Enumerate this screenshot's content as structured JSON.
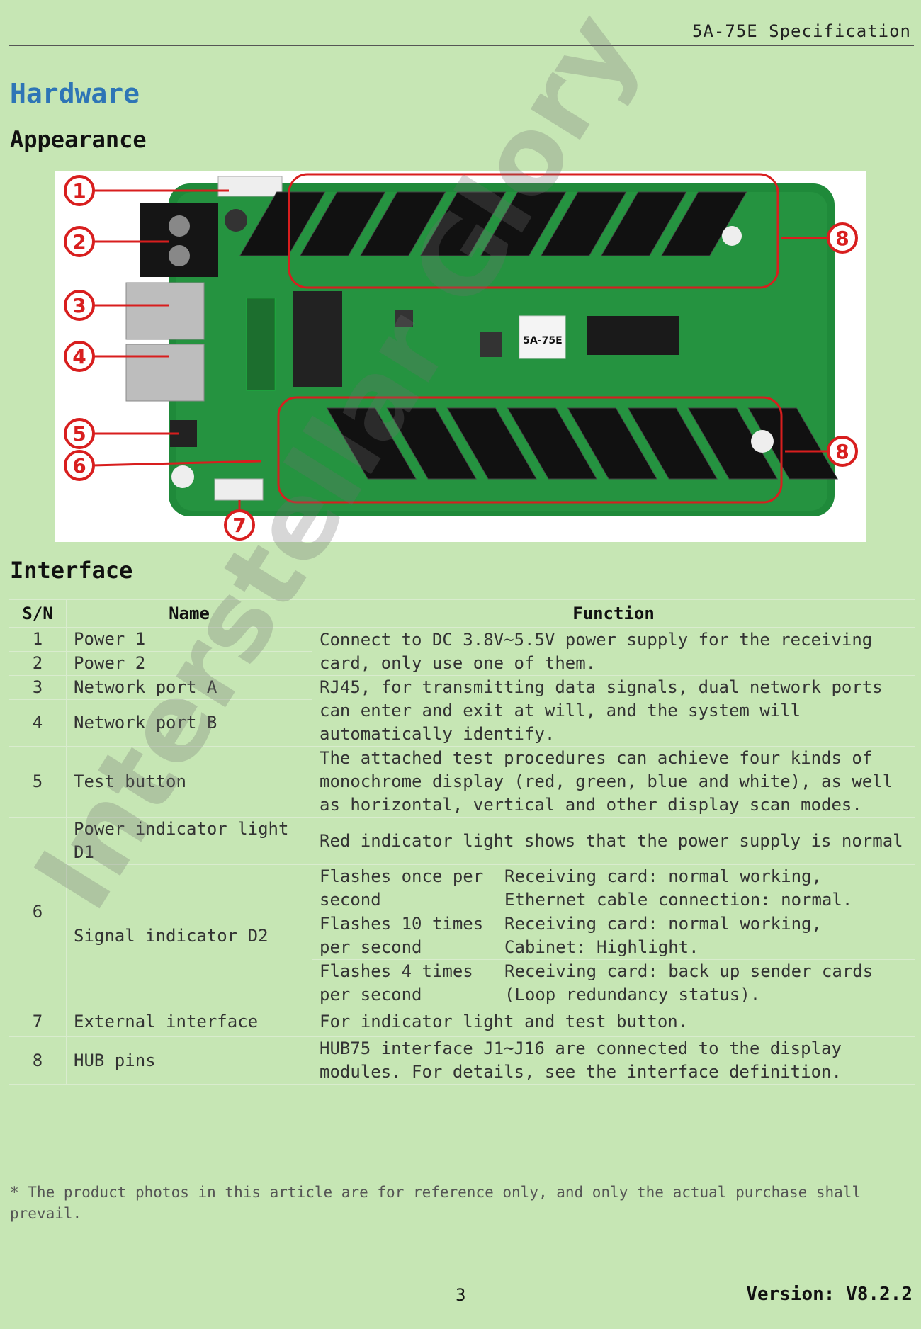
{
  "header": {
    "doc_title": "5A-75E Specification"
  },
  "headings": {
    "hardware": "Hardware",
    "appearance": "Appearance",
    "interface": "Interface"
  },
  "photo": {
    "board_label": "5A-75E",
    "callouts": [
      "1",
      "2",
      "3",
      "4",
      "5",
      "6",
      "7",
      "8",
      "8"
    ]
  },
  "table": {
    "columns": [
      "S/N",
      "Name",
      "Function"
    ],
    "rows": {
      "r1": {
        "sn": "1",
        "name": "Power 1"
      },
      "r2": {
        "sn": "2",
        "name": "Power 2",
        "function": "Connect to DC 3.8V~5.5V power supply for the receiving card, only use one of them."
      },
      "r3": {
        "sn": "3",
        "name": "Network port A"
      },
      "r4": {
        "sn": "4",
        "name": "Network port B",
        "function": "RJ45, for transmitting data signals, dual network ports can enter and exit at will, and the system will automatically identify."
      },
      "r5": {
        "sn": "5",
        "name": "Test button",
        "function": "The attached test procedures can achieve four kinds of monochrome display (red, green, blue and white), as well as horizontal, vertical and other display scan modes."
      },
      "r6": {
        "sn": "6",
        "name_d1": "Power indicator light D1",
        "function_d1": "Red indicator light shows that the power supply is normal",
        "name_d2": "Signal indicator D2",
        "flashes": [
          {
            "mode": "Flashes once per second",
            "meaning": "Receiving card: normal working, Ethernet cable connection: normal."
          },
          {
            "mode": "Flashes 10 times per second",
            "meaning": "Receiving card: normal working, Cabinet: Highlight."
          },
          {
            "mode": "Flashes 4 times per second",
            "meaning": "Receiving card: back up sender cards (Loop redundancy status)."
          }
        ]
      },
      "r7": {
        "sn": "7",
        "name": "External interface",
        "function": "For indicator light and test button."
      },
      "r8": {
        "sn": "8",
        "name": "HUB pins",
        "function": "HUB75 interface J1~J16 are connected to the display modules. For details, see the interface definition."
      }
    }
  },
  "footnote": "* The product photos in this article are for reference only, and only the actual purchase shall prevail.",
  "footer": {
    "page": "3",
    "version": "Version: V8.2.2"
  },
  "watermark": "Interstellar Glory",
  "colors": {
    "background": "#c6e6b4",
    "heading_blue": "#2e75b6",
    "callout_red": "#d81e1e",
    "pcb_green": "#1f8a3a"
  }
}
